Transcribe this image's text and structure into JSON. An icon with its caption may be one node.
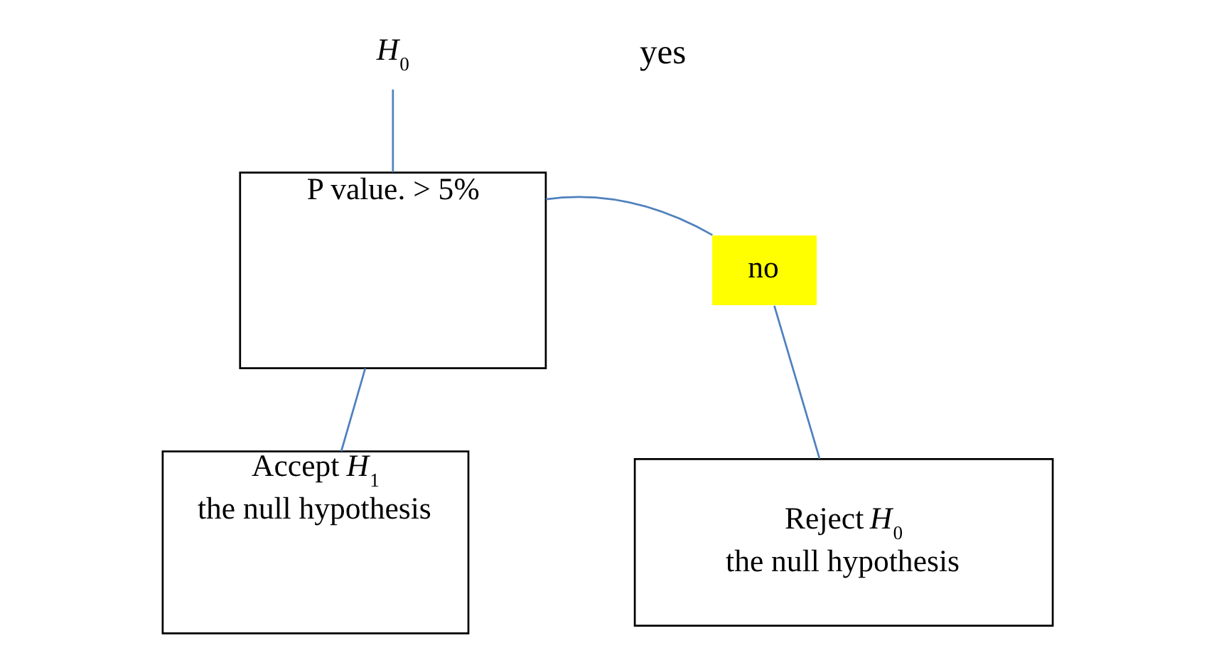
{
  "diagram": {
    "nodes": [
      {
        "text": [
          "*H*$_{0}$"
        ]
      },
      {
        "text": [
          "no"
        ]
      },
      {
        "text": [
          "P value. > 5%"
        ]
      },
      {
        "text": [
          "Reject *H*$_{0}$",
          "the null hypothesis"
        ]
      },
      {
        "text": [
          "Accept *H*$_{1}$",
          "the null hypothesis"
        ]
      }
    ],
    "edges": [
      {
        "from": 0,
        "to": 2,
        "arrow": "none",
        "color": "#4f81bd"
      },
      {
        "from": 2,
        "to": 1,
        "arrow": "none",
        "color": "#4f81bd"
      },
      {
        "from": 1,
        "to": 3,
        "arrow": "none",
        "color": "#4f81bd"
      },
      {
        "from": 2,
        "to": 4,
        "arrow": "none",
        "color": "#4f81bd"
      }
    ],
    "labels": [
      "yes"
    ]
  }
}
